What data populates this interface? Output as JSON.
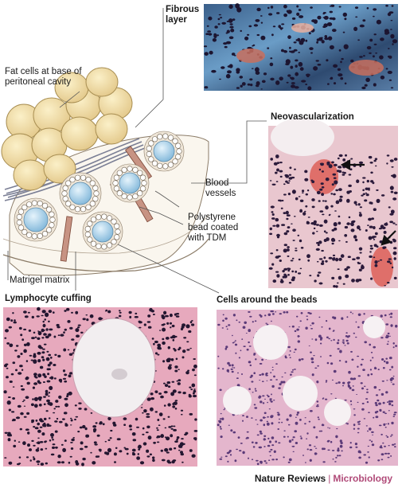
{
  "labels": {
    "fibrous_layer_1": "Fibrous",
    "fibrous_layer_2": "layer",
    "fat_cells_1": "Fat cells at base of",
    "fat_cells_2": "peritoneal cavity",
    "neovascularization": "Neovascularization",
    "blood_vessels_1": "Blood",
    "blood_vessels_2": "vessels",
    "bead_1": "Polystyrene",
    "bead_2": "bead coated",
    "bead_3": "with TDM",
    "matrigel": "Matrigel matrix",
    "lymphocyte_cuffing": "Lymphocyte cuffing",
    "cells_around_beads": "Cells around the beads"
  },
  "credit": {
    "publisher": "Nature Reviews",
    "separator": "|",
    "journal": "Microbiology"
  },
  "colors": {
    "fat_cell": "#f4e3a8",
    "bead": "#a8d3ec",
    "vessel": "#b87a6a",
    "fibrous_stain": "#4a7fb0",
    "tissue_pink": "#e8b3c8",
    "nuclei": "#2a1a3a",
    "journal_accent": "#b04a78"
  }
}
